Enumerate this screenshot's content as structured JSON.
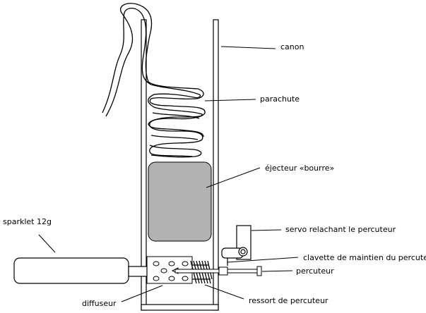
{
  "labels": {
    "canon": "canon",
    "parachute": "parachute",
    "ejecteur": "éjecteur «bourre»",
    "servo": "servo relachant le percuteur",
    "clavette": "clavette de maintien du percuteur",
    "percuteur": "percuteur",
    "ressort": "ressort de percuteur",
    "diffuseur": "diffuseur",
    "sparklet": "sparklet 12g"
  },
  "colors": {
    "ejector_fill": "#b3b3b3",
    "stroke": "#000000",
    "background": "#ffffff"
  }
}
